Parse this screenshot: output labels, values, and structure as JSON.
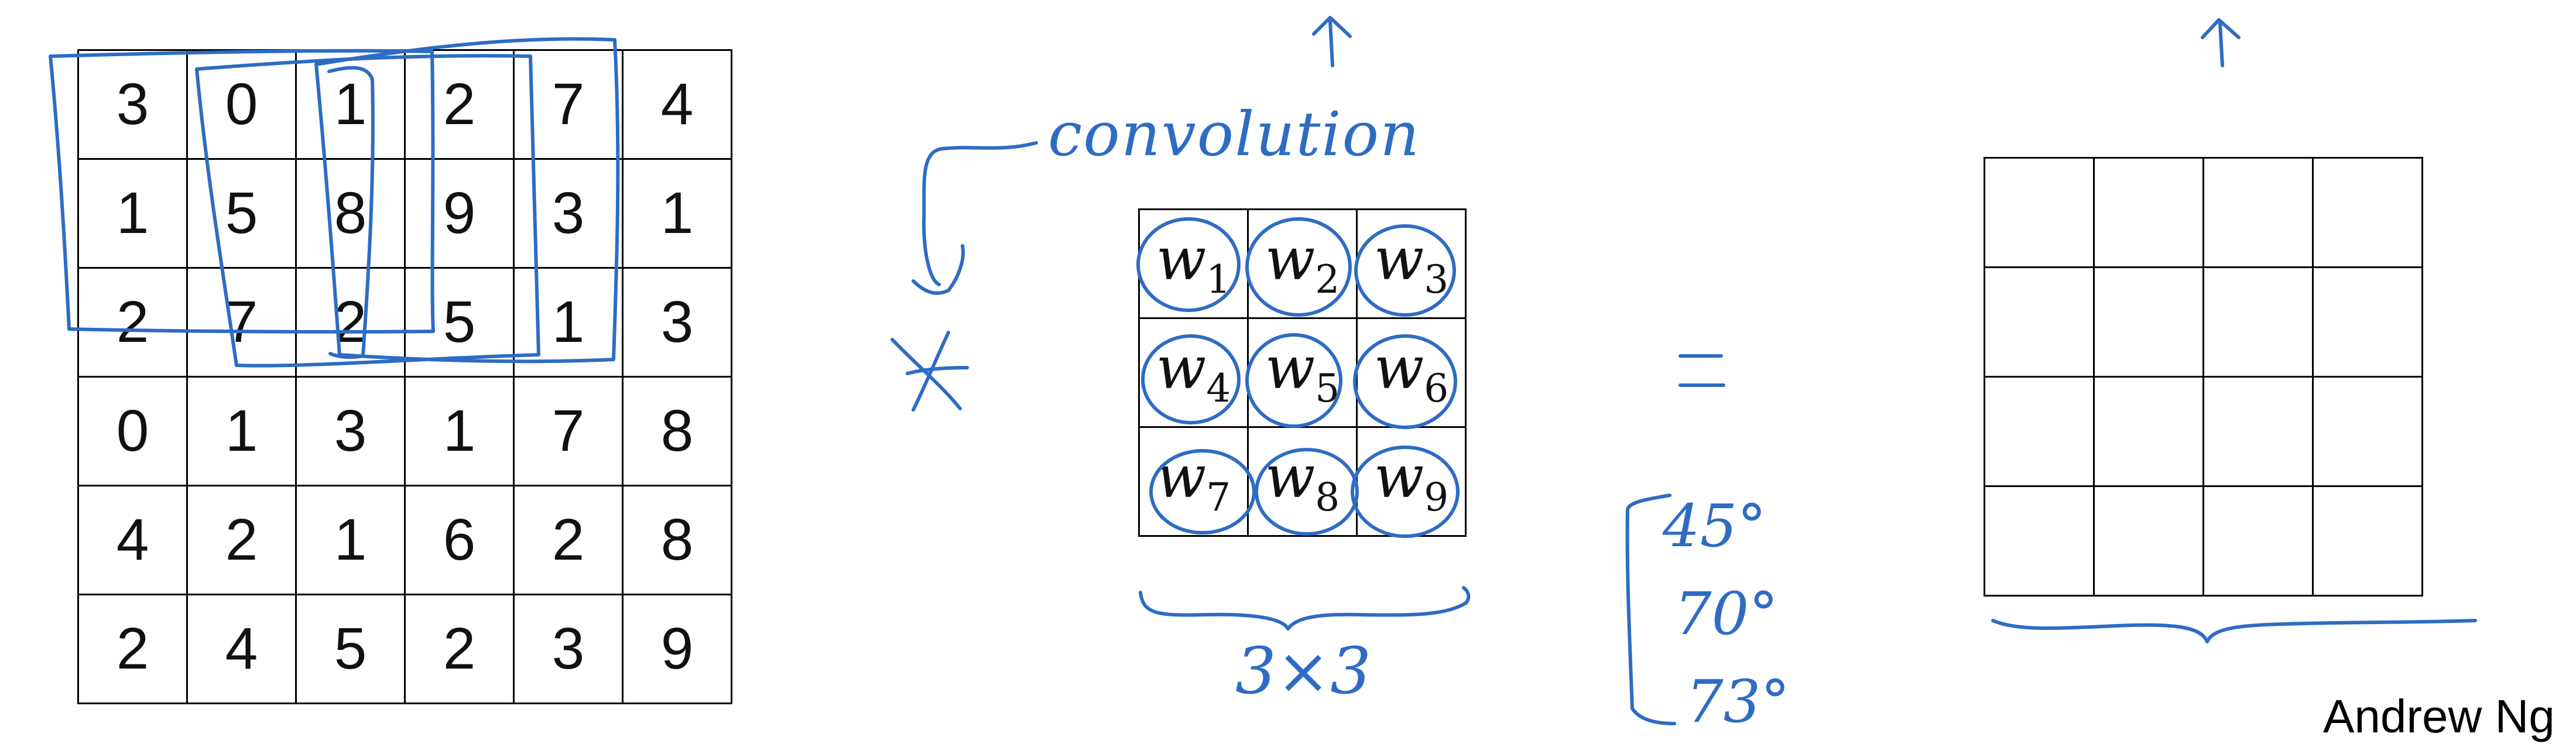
{
  "input_matrix": [
    [
      "3",
      "0",
      "1",
      "2",
      "7",
      "4"
    ],
    [
      "1",
      "5",
      "8",
      "9",
      "3",
      "1"
    ],
    [
      "2",
      "7",
      "2",
      "5",
      "1",
      "3"
    ],
    [
      "0",
      "1",
      "3",
      "1",
      "7",
      "8"
    ],
    [
      "4",
      "2",
      "1",
      "6",
      "2",
      "8"
    ],
    [
      "2",
      "4",
      "5",
      "2",
      "3",
      "9"
    ]
  ],
  "filter": {
    "symbol": "w",
    "subscripts": [
      [
        "1",
        "2",
        "3"
      ],
      [
        "4",
        "5",
        "6"
      ],
      [
        "7",
        "8",
        "9"
      ]
    ]
  },
  "output_matrix": [
    [
      "",
      "",
      "",
      ""
    ],
    [
      "",
      "",
      "",
      ""
    ],
    [
      "",
      "",
      "",
      ""
    ],
    [
      "",
      "",
      "",
      ""
    ]
  ],
  "annotations": {
    "operation_label": "convolution",
    "filter_size": "3×3",
    "angles": [
      "45°",
      "70°",
      "73°"
    ]
  },
  "credit": "Andrew Ng",
  "colors": {
    "ink": "#2e6cc4",
    "grid": "#000000"
  },
  "icons": [
    "asterisk-operator",
    "equals-sign",
    "up-arrow"
  ]
}
